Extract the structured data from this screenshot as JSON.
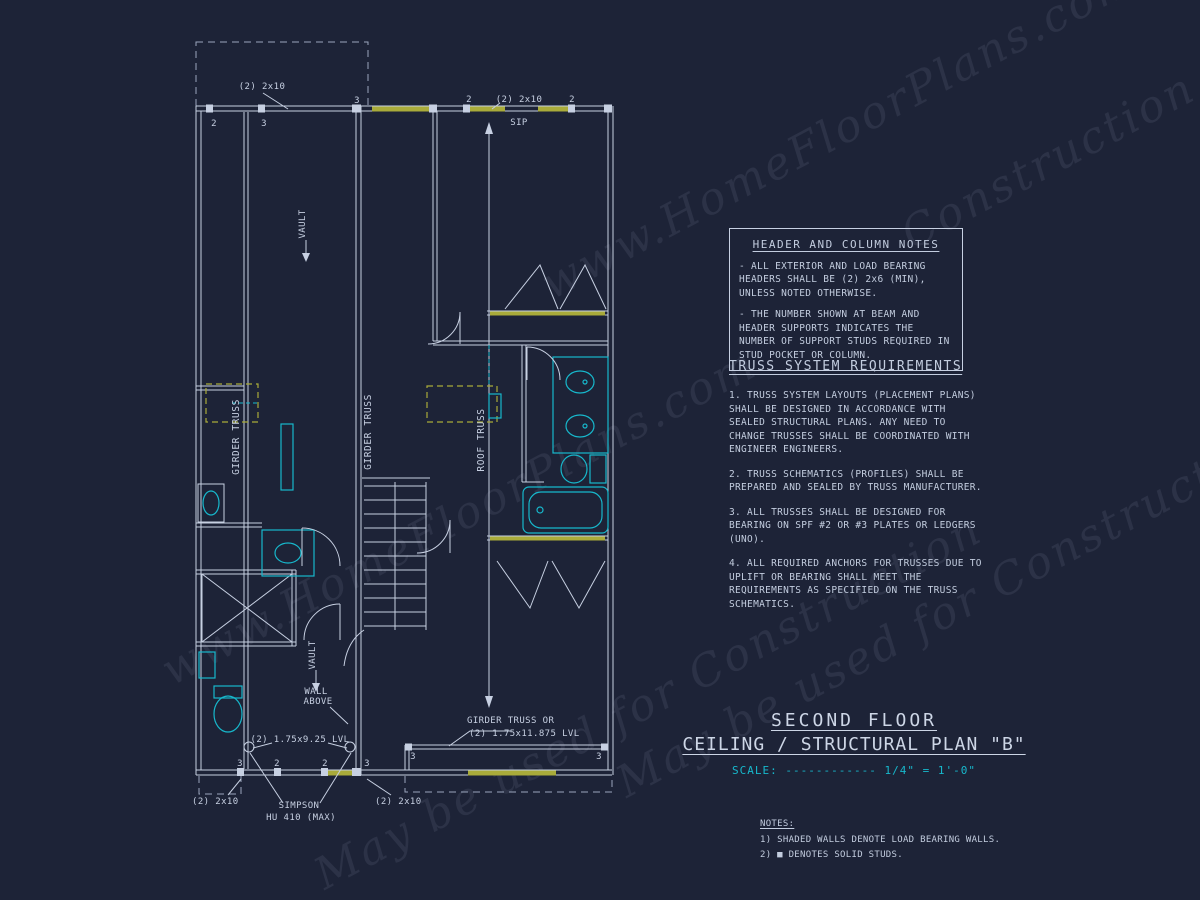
{
  "colors": {
    "background": "#1d2337",
    "line": "#c7d0e2",
    "cyan": "#17b8cc",
    "yellow": "#a9ab3a"
  },
  "plan": {
    "labels": {
      "header_top_left": "(2) 2x10",
      "header_top_right": "(2) 2x10",
      "sip": "SIP",
      "vault_upper": "VAULT",
      "vault_lower": "VAULT",
      "girder_truss_left": "GIRDER TRUSS",
      "girder_truss_center": "GIRDER TRUSS",
      "roof_truss": "ROOF TRUSS",
      "wall_above_line1": "WALL",
      "wall_above_line2": "ABOVE",
      "lvl_beam": "(2) 1.75x9.25 LVL",
      "girder_or_line1": "GIRDER TRUSS OR",
      "girder_or_line2": "(2) 1.75x11.875 LVL",
      "header_bottom_left": "(2) 2x10",
      "simpson_line1": "SIMPSON",
      "simpson_line2": "HU 410 (MAX)",
      "header_bottom_center": "(2) 2x10"
    },
    "stud_numbers": [
      "2",
      "3",
      "3",
      "2",
      "2",
      "3",
      "2",
      "2",
      "3",
      "3",
      "3"
    ]
  },
  "panels": {
    "header_notes": {
      "title": "HEADER AND COLUMN NOTES",
      "items": [
        "- ALL EXTERIOR AND LOAD BEARING HEADERS SHALL BE (2) 2x6 (MIN), UNLESS NOTED OTHERWISE.",
        "- THE NUMBER SHOWN AT BEAM AND HEADER SUPPORTS INDICATES THE NUMBER OF SUPPORT STUDS REQUIRED IN STUD POCKET OR COLUMN."
      ]
    },
    "truss_requirements": {
      "title": "TRUSS SYSTEM REQUIREMENTS",
      "items": [
        "1. TRUSS SYSTEM LAYOUTS (PLACEMENT PLANS) SHALL BE DESIGNED IN ACCORDANCE WITH SEALED STRUCTURAL PLANS. ANY NEED TO CHANGE TRUSSES SHALL BE COORDINATED WITH ENGINEER ENGINEERS.",
        "2. TRUSS SCHEMATICS (PROFILES) SHALL BE PREPARED AND SEALED BY TRUSS MANUFACTURER.",
        "3. ALL TRUSSES SHALL BE DESIGNED FOR BEARING ON SPF #2 OR #3 PLATES OR LEDGERS (UNO).",
        "4. ALL REQUIRED ANCHORS FOR TRUSSES DUE TO UPLIFT OR BEARING SHALL MEET THE REQUIREMENTS AS SPECIFIED ON THE TRUSS SCHEMATICS."
      ]
    },
    "title_block": {
      "line1": "SECOND FLOOR",
      "line2": "CEILING / STRUCTURAL PLAN \"B\"",
      "scale": "SCALE: ------------ 1/4\" = 1'-0\""
    },
    "notes": {
      "title": "NOTES:",
      "items": [
        "1) SHADED WALLS DENOTE LOAD BEARING WALLS.",
        "2) ■ DENOTES SOLID STUDS."
      ]
    }
  },
  "watermark": {
    "site": "www.HomeFloorPlans.com",
    "construction": "Construction",
    "usage": "May be used for Construction"
  }
}
